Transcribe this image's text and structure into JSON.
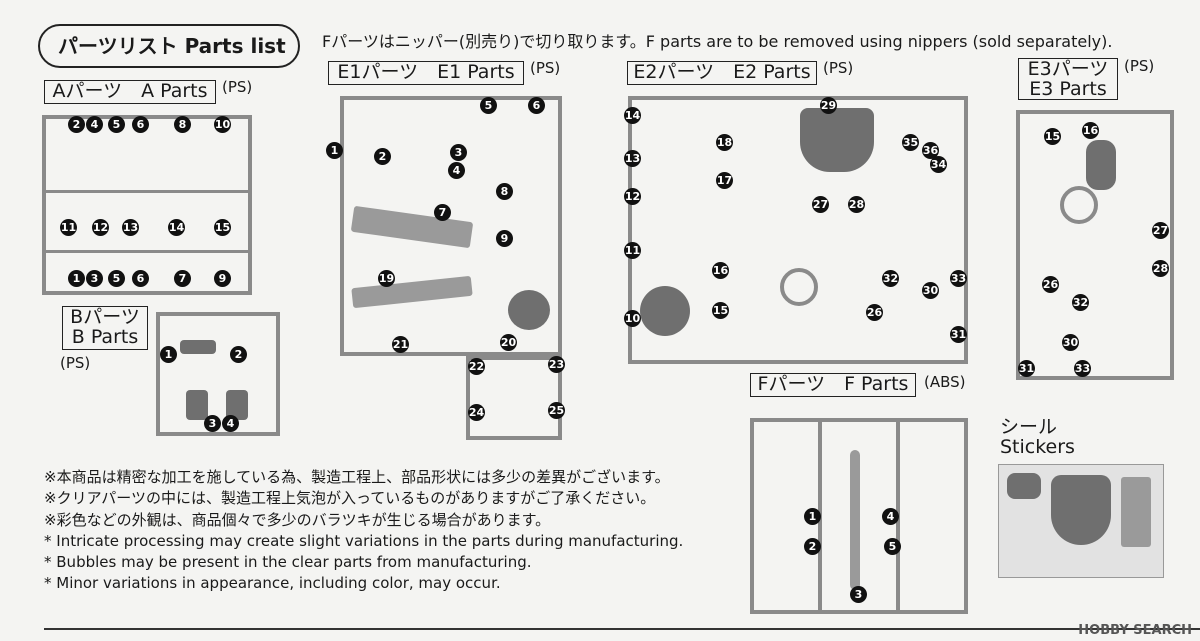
{
  "header": {
    "title": "パーツリスト Parts list",
    "note": "Fパーツはニッパー(別売り)で切り取ります。F parts are to be removed using nippers (sold separately)."
  },
  "sections": {
    "a": {
      "label": "Aパーツ　A Parts",
      "material": "(PS)"
    },
    "b": {
      "label_line1": "Bパーツ",
      "label_line2": "B Parts",
      "material": "(PS)"
    },
    "e1": {
      "label": "E1パーツ　E1 Parts",
      "material": "(PS)"
    },
    "e2": {
      "label": "E2パーツ　E2 Parts",
      "material": "(PS)"
    },
    "e3": {
      "label_line1": "E3パーツ",
      "label_line2": "E3 Parts",
      "material": "(PS)"
    },
    "f": {
      "label": "Fパーツ　F Parts",
      "material": "(ABS)"
    },
    "stickers": {
      "label_line1": "シール",
      "label_line2": "Stickers"
    }
  },
  "part_numbers": {
    "a_top": [
      "2",
      "4",
      "5",
      "6",
      "8",
      "10"
    ],
    "a_mid": [
      "11",
      "12",
      "13",
      "14",
      "15"
    ],
    "a_bot": [
      "1",
      "3",
      "5",
      "6",
      "7",
      "9"
    ],
    "b": [
      "1",
      "2",
      "3",
      "4"
    ],
    "e1": [
      "1",
      "2",
      "3",
      "4",
      "5",
      "6",
      "7",
      "8",
      "9",
      "19",
      "20",
      "21",
      "22",
      "23",
      "24",
      "25"
    ],
    "e2": [
      "14",
      "13",
      "12",
      "11",
      "10",
      "18",
      "17",
      "16",
      "15",
      "29",
      "35",
      "36",
      "34",
      "27",
      "28",
      "32",
      "33",
      "30",
      "26",
      "31"
    ],
    "e3": [
      "15",
      "16",
      "27",
      "28",
      "26",
      "32",
      "30",
      "31",
      "33"
    ],
    "f": [
      "1",
      "2",
      "3",
      "4",
      "5"
    ]
  },
  "notes": [
    "※本商品は精密な加工を施している為、製造工程上、部品形状には多少の差異がございます。",
    "※クリアパーツの中には、製造工程上気泡が入っているものがありますがご了承ください。",
    "※彩色などの外観は、商品個々で多少のバラツキが生じる場合があります。",
    "* Intricate processing may create slight variations in the parts during manufacturing.",
    "* Bubbles may be present in the clear parts from manufacturing.",
    "* Minor variations in appearance, including color, may occur."
  ],
  "watermark": "HOBBY SEARCH"
}
